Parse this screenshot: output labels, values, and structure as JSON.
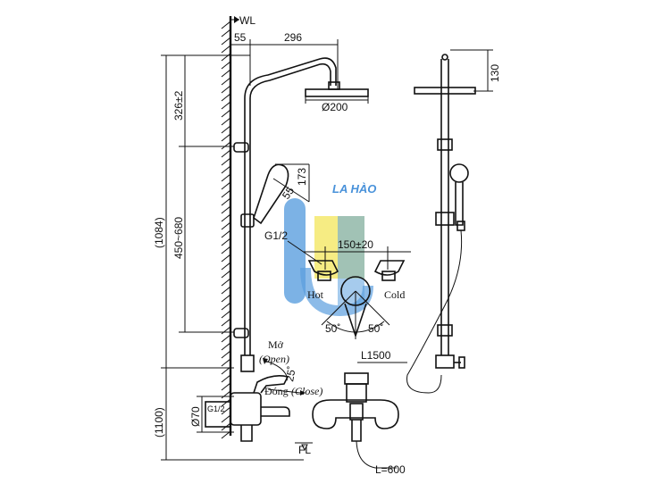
{
  "labels": {
    "wl": "WL",
    "dim_55": "55",
    "dim_296": "296",
    "dim_130": "130",
    "dim_1084": "(1084)",
    "dim_326": "326±2",
    "dim_450_680": "450~680",
    "dim_1100": "(1100)",
    "dim_200": "Ø200",
    "dim_173": "173",
    "dim_55b": "55",
    "dim_150": "150±20",
    "dim_g12_top": "G1/2",
    "dim_g12_low": "G1/2",
    "hot": "Hot",
    "cold": "Cold",
    "angle_left": "50˚",
    "angle_right": "50˚",
    "open_vi": "Mở",
    "open_en": "(Open)",
    "angle_25": "25˚",
    "close_vi": "Đóng",
    "close_en": "(Close)",
    "dim_70": "Ø70",
    "dim_l1500": "L1500",
    "fl": "FL",
    "dim_l600": "L=600"
  },
  "logo": {
    "text": "LA HÀO",
    "colors": {
      "blue": "#3f8fd9",
      "yellow": "#f2e34a",
      "text": "#2a7fd4"
    }
  }
}
